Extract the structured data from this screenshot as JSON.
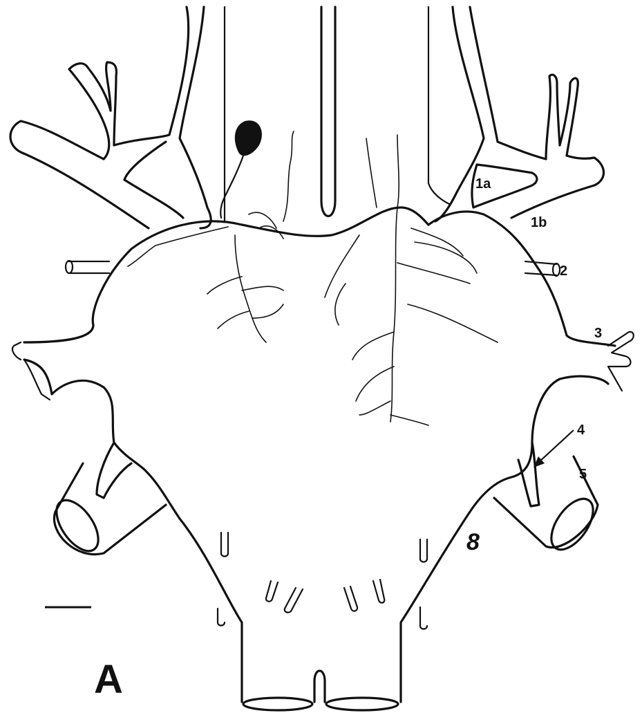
{
  "figure": {
    "panel_letter": "A",
    "labels": {
      "n1a": "1a",
      "n1b": "1b",
      "n2": "2",
      "n3": "3",
      "n4": "4",
      "n5": "5",
      "n8": "8"
    }
  },
  "colors": {
    "ink": "#111111",
    "paper": "#ffffff"
  }
}
